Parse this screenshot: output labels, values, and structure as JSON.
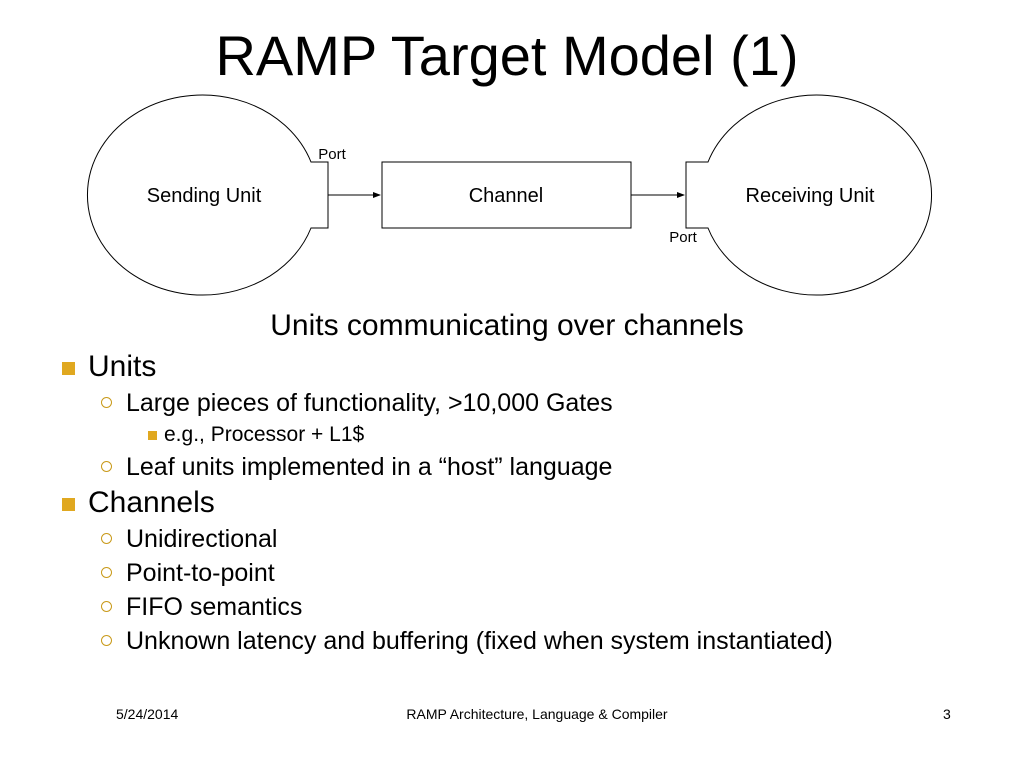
{
  "slide": {
    "title": "RAMP Target Model (1)",
    "caption": "Units communicating over channels"
  },
  "diagram": {
    "sending_unit": "Sending Unit",
    "channel": "Channel",
    "receiving_unit": "Receiving Unit",
    "port_top": "Port",
    "port_bottom": "Port"
  },
  "bullets": {
    "units": {
      "label": "Units",
      "sub1": "Large pieces of functionality, >10,000 Gates",
      "sub1_sub": "e.g., Processor + L1$",
      "sub2": "Leaf units implemented in a “host” language"
    },
    "channels": {
      "label": "Channels",
      "items": [
        "Unidirectional",
        "Point-to-point",
        "FIFO semantics",
        "Unknown latency and buffering (fixed when system instantiated)"
      ]
    }
  },
  "footer": {
    "date": "5/24/2014",
    "center": "RAMP Architecture, Language & Compiler",
    "page": "3"
  },
  "colors": {
    "bullet_accent": "#e0a820"
  }
}
